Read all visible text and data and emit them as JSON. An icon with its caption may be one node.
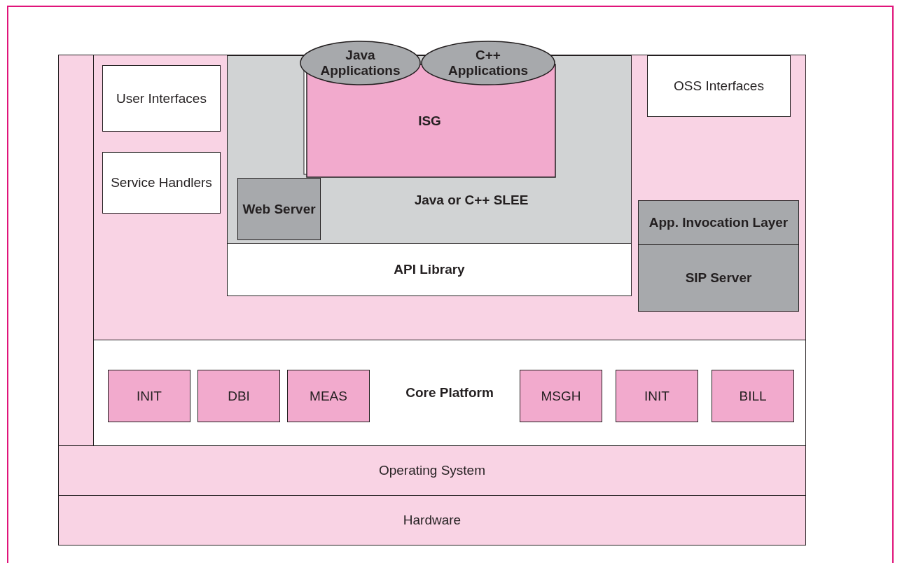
{
  "diagram": {
    "nodes": [
      {
        "text": [],
        "shape": "box"
      },
      {
        "text": [],
        "shape": "box"
      },
      {
        "text": [
          "User Interfaces"
        ],
        "in": 1
      },
      {
        "text": [
          "Service Handlers"
        ],
        "in": 1
      },
      {
        "text": [
          "Java or C++ SLEE"
        ],
        "in": 1
      },
      {
        "text": [
          "ISG"
        ],
        "in": 4
      },
      {
        "text": [
          "Java Applications"
        ]
      },
      {
        "text": [
          "C++ Applications"
        ]
      },
      {
        "text": [
          "Web Server"
        ],
        "in": 4
      },
      {
        "text": [
          "API Library"
        ],
        "in": 1
      },
      {
        "text": [
          "OSS Interfaces"
        ],
        "in": 1
      },
      {
        "text": [
          "App. Invocation Layer"
        ],
        "in": 1
      },
      {
        "text": [
          "SIP Server"
        ],
        "in": 1
      },
      {
        "text": [
          "Core Platform"
        ]
      },
      {
        "text": [
          "INIT"
        ],
        "in": 13
      },
      {
        "text": [
          "DBI"
        ],
        "in": 13
      },
      {
        "text": [
          "MEAS"
        ],
        "in": 13
      },
      {
        "text": [
          "MSGH"
        ],
        "in": 13
      },
      {
        "text": [
          "INIT"
        ],
        "in": 13
      },
      {
        "text": [
          "BILL"
        ],
        "in": 13
      },
      {
        "text": [
          "Operating System"
        ]
      },
      {
        "text": [
          "Hardware"
        ]
      }
    ],
    "edges": []
  }
}
